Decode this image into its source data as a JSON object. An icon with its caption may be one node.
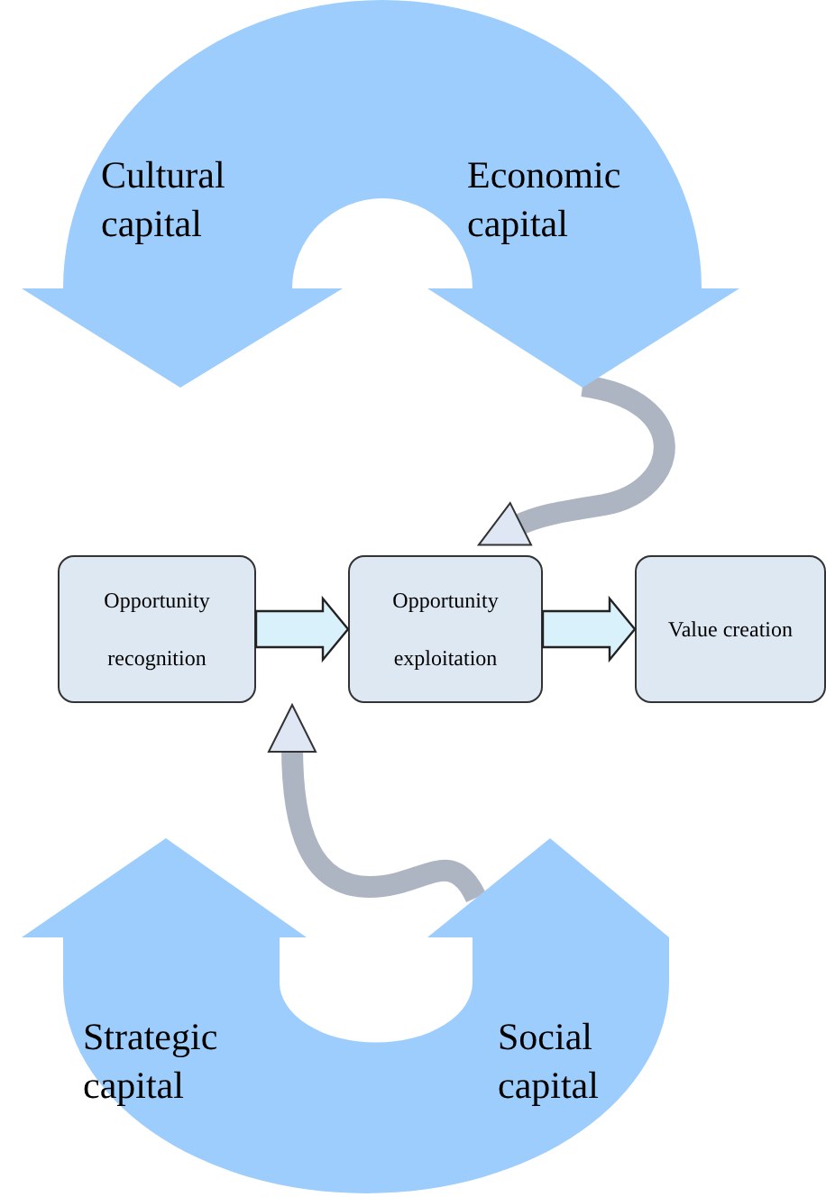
{
  "diagram": {
    "nodes": [
      {
        "text": [
          "Cultural capital",
          "Economic capital"
        ]
      },
      {
        "text": [
          "Opportunity recognition"
        ]
      },
      {
        "text": [
          "Opportunity exploitation"
        ]
      },
      {
        "text": [
          "Value creation"
        ]
      },
      {
        "text": [
          "Strategic capital",
          "Social capital"
        ]
      }
    ],
    "edges": [
      {
        "from": 1,
        "to": 2,
        "arrow": "to"
      },
      {
        "from": 2,
        "to": 3,
        "arrow": "to"
      },
      {
        "from": 0,
        "to": 2,
        "arrow": "to"
      },
      {
        "from": 4,
        "to": 1,
        "arrow": "to"
      }
    ]
  }
}
